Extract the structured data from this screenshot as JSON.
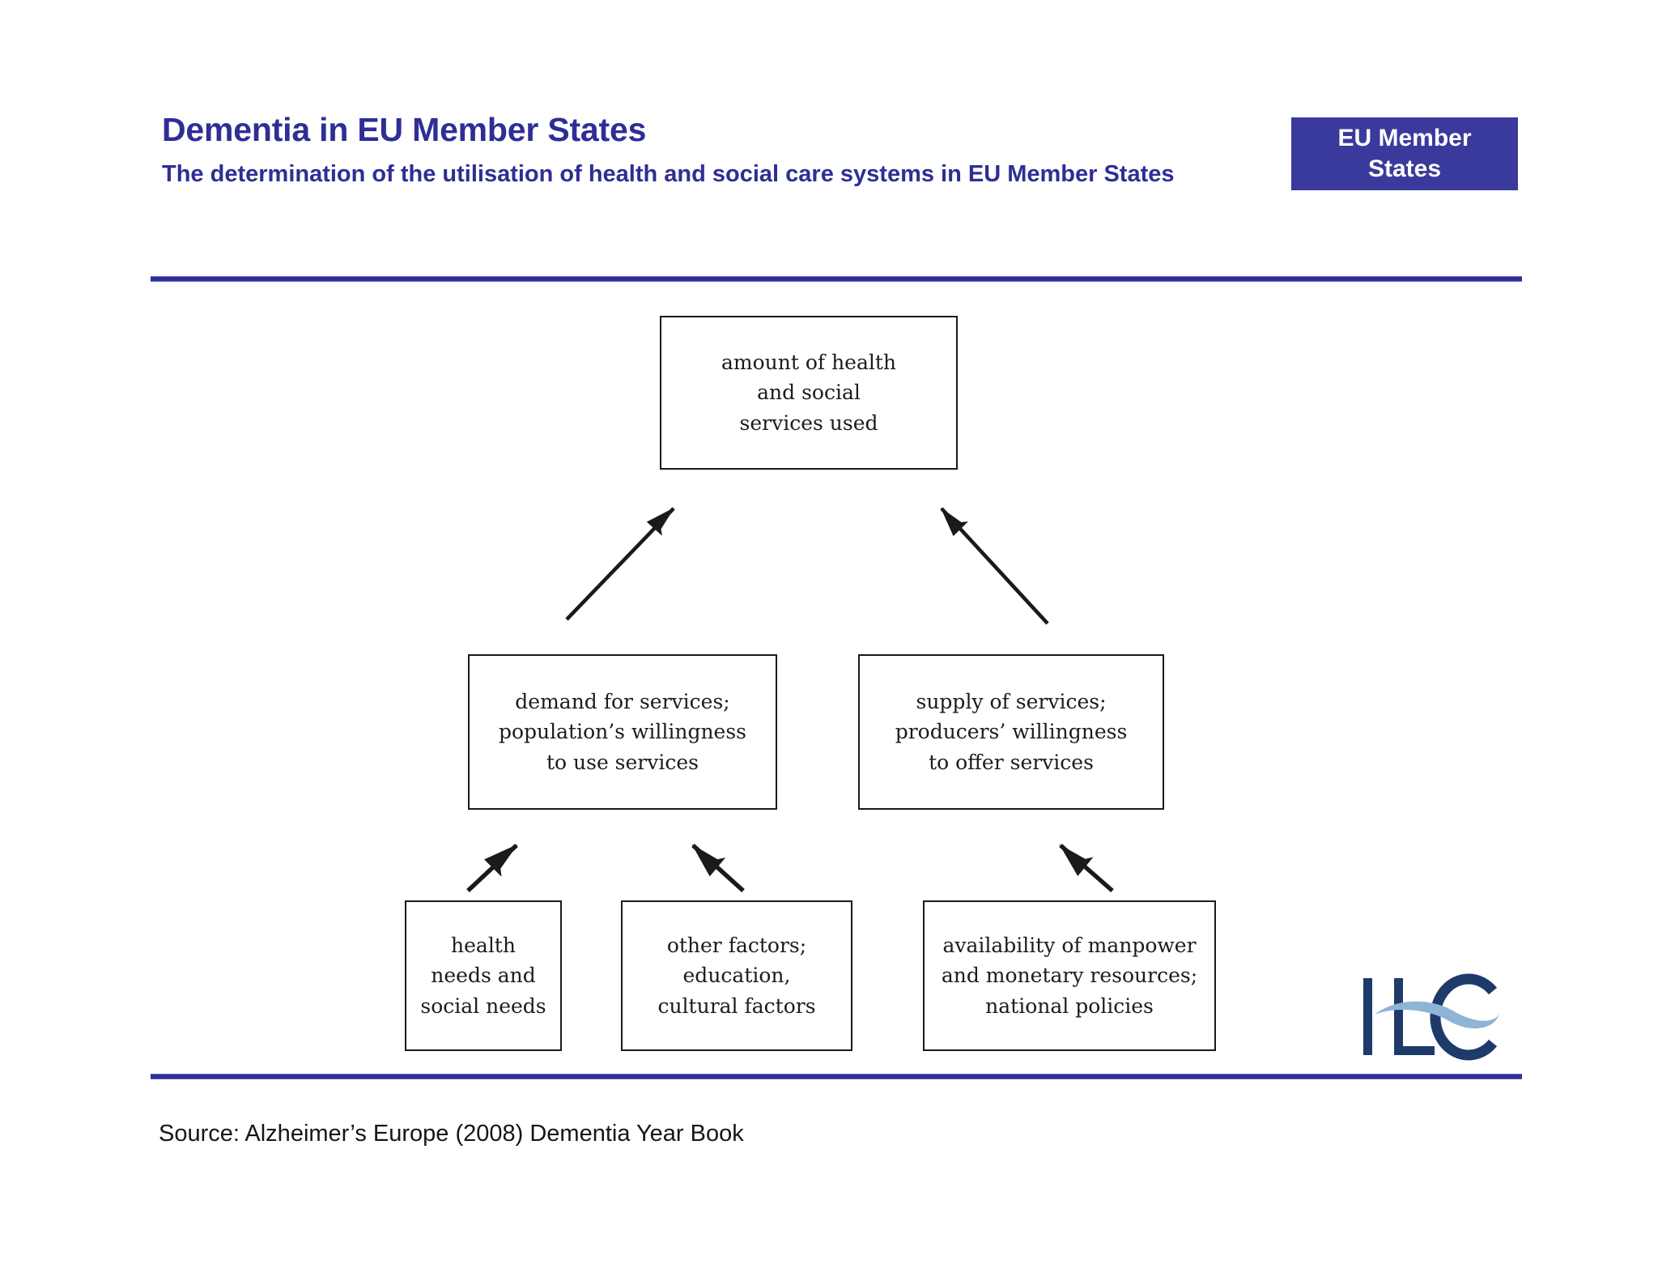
{
  "header": {
    "title": "Dementia in EU Member States",
    "subtitle": "The determination of the utilisation of health and social care systems in EU Member States",
    "badge_line1": "EU Member",
    "badge_line2": "States",
    "title_color": "#2e2e96",
    "badge_bg": "#3a3a9c",
    "badge_text_color": "#ffffff",
    "rule_color": "#2e2e96"
  },
  "diagram": {
    "type": "flow-diagram",
    "orientation": "bottom-up",
    "node_border_color": "#1a1a1a",
    "node_fill": "#ffffff",
    "arrow_color": "#1a1a1a",
    "nodes": [
      {
        "id": "outcome",
        "lines": [
          "amount of health",
          "and social",
          "services used"
        ],
        "level": "top"
      },
      {
        "id": "demand",
        "lines": [
          "demand for services;",
          "population’s willingness",
          "to use services"
        ],
        "level": "middle"
      },
      {
        "id": "supply",
        "lines": [
          "supply of services;",
          "producers’ willingness",
          "to offer services"
        ],
        "level": "middle"
      },
      {
        "id": "needs",
        "lines": [
          "health",
          "needs and",
          "social needs"
        ],
        "level": "bottom"
      },
      {
        "id": "other",
        "lines": [
          "other factors;",
          "education,",
          "cultural factors"
        ],
        "level": "bottom"
      },
      {
        "id": "resources",
        "lines": [
          "availability of manpower",
          "and  monetary resources;",
          "national policies"
        ],
        "level": "bottom"
      }
    ],
    "edges": [
      {
        "from": "demand",
        "to": "outcome"
      },
      {
        "from": "supply",
        "to": "outcome"
      },
      {
        "from": "needs",
        "to": "demand"
      },
      {
        "from": "other",
        "to": "demand"
      },
      {
        "from": "resources",
        "to": "supply"
      }
    ]
  },
  "footer": {
    "source": "Source: Alzheimer’s Europe  (2008) Dementia Year Book"
  },
  "logo": {
    "name": "ilc-logo",
    "letters": "ILC",
    "letter_color": "#1d3a6b",
    "swoosh_color": "#8fb4d6"
  }
}
